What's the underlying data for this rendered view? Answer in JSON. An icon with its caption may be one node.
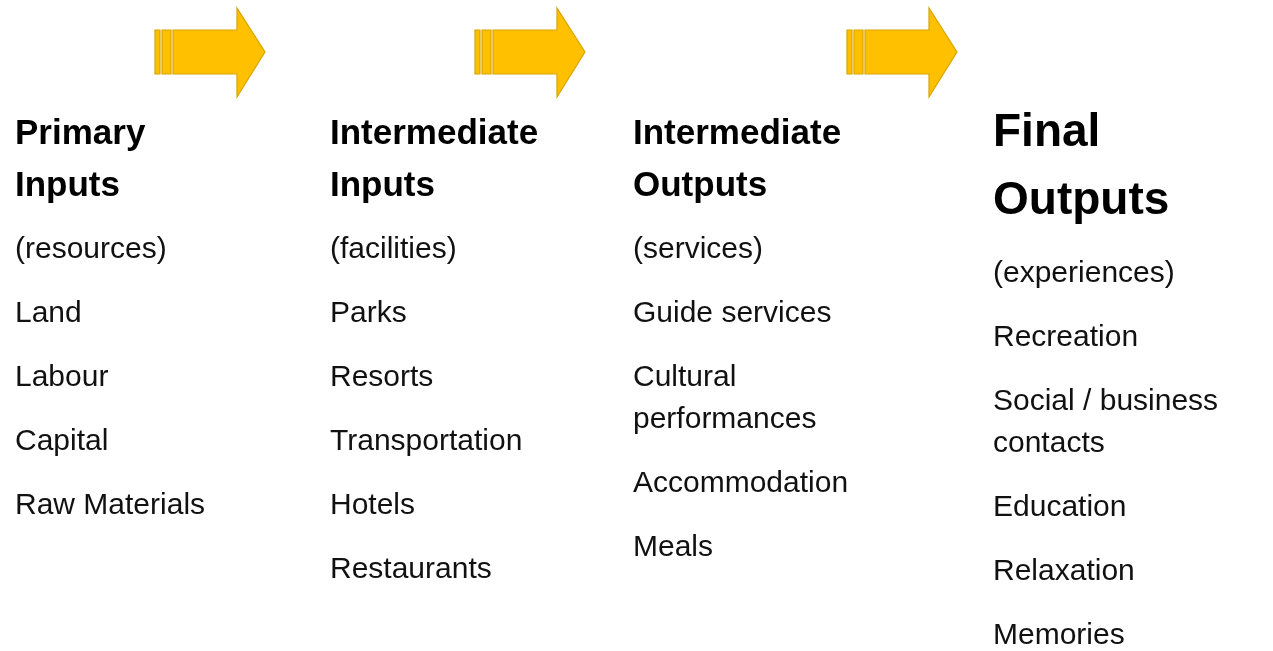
{
  "diagram": {
    "nodes": [
      {
        "text": [
          "Primary Inputs",
          "(resources)",
          "Land",
          "Labour",
          "Capital",
          "Raw Materials"
        ]
      },
      {
        "text": [
          "Intermediate Inputs",
          "(facilities)",
          "Parks",
          "Resorts",
          "Transportation",
          "Hotels",
          "Restaurants"
        ]
      },
      {
        "text": [
          "Intermediate Outputs",
          "(services)",
          "Guide services",
          "Cultural performances",
          "Accommodation",
          "Meals"
        ]
      },
      {
        "text": [
          "Final Outputs",
          "(experiences)",
          "Recreation",
          "Social / business contacts",
          "Education",
          "Relaxation",
          "Memories"
        ]
      }
    ],
    "edges": [
      {
        "from": 0,
        "to": 1,
        "arrow": "to"
      },
      {
        "from": 1,
        "to": 2,
        "arrow": "to"
      },
      {
        "from": 2,
        "to": 3,
        "arrow": "to"
      }
    ]
  }
}
